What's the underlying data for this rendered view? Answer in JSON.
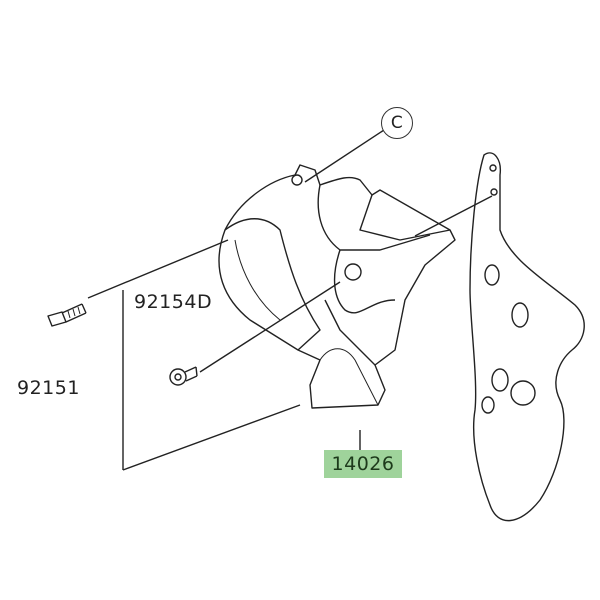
{
  "callouts": {
    "ref_c": "C",
    "screw": "92154D",
    "bolt": "92151",
    "cover": "14026"
  },
  "colors": {
    "highlight": "#9fd39b",
    "line": "#222222"
  }
}
